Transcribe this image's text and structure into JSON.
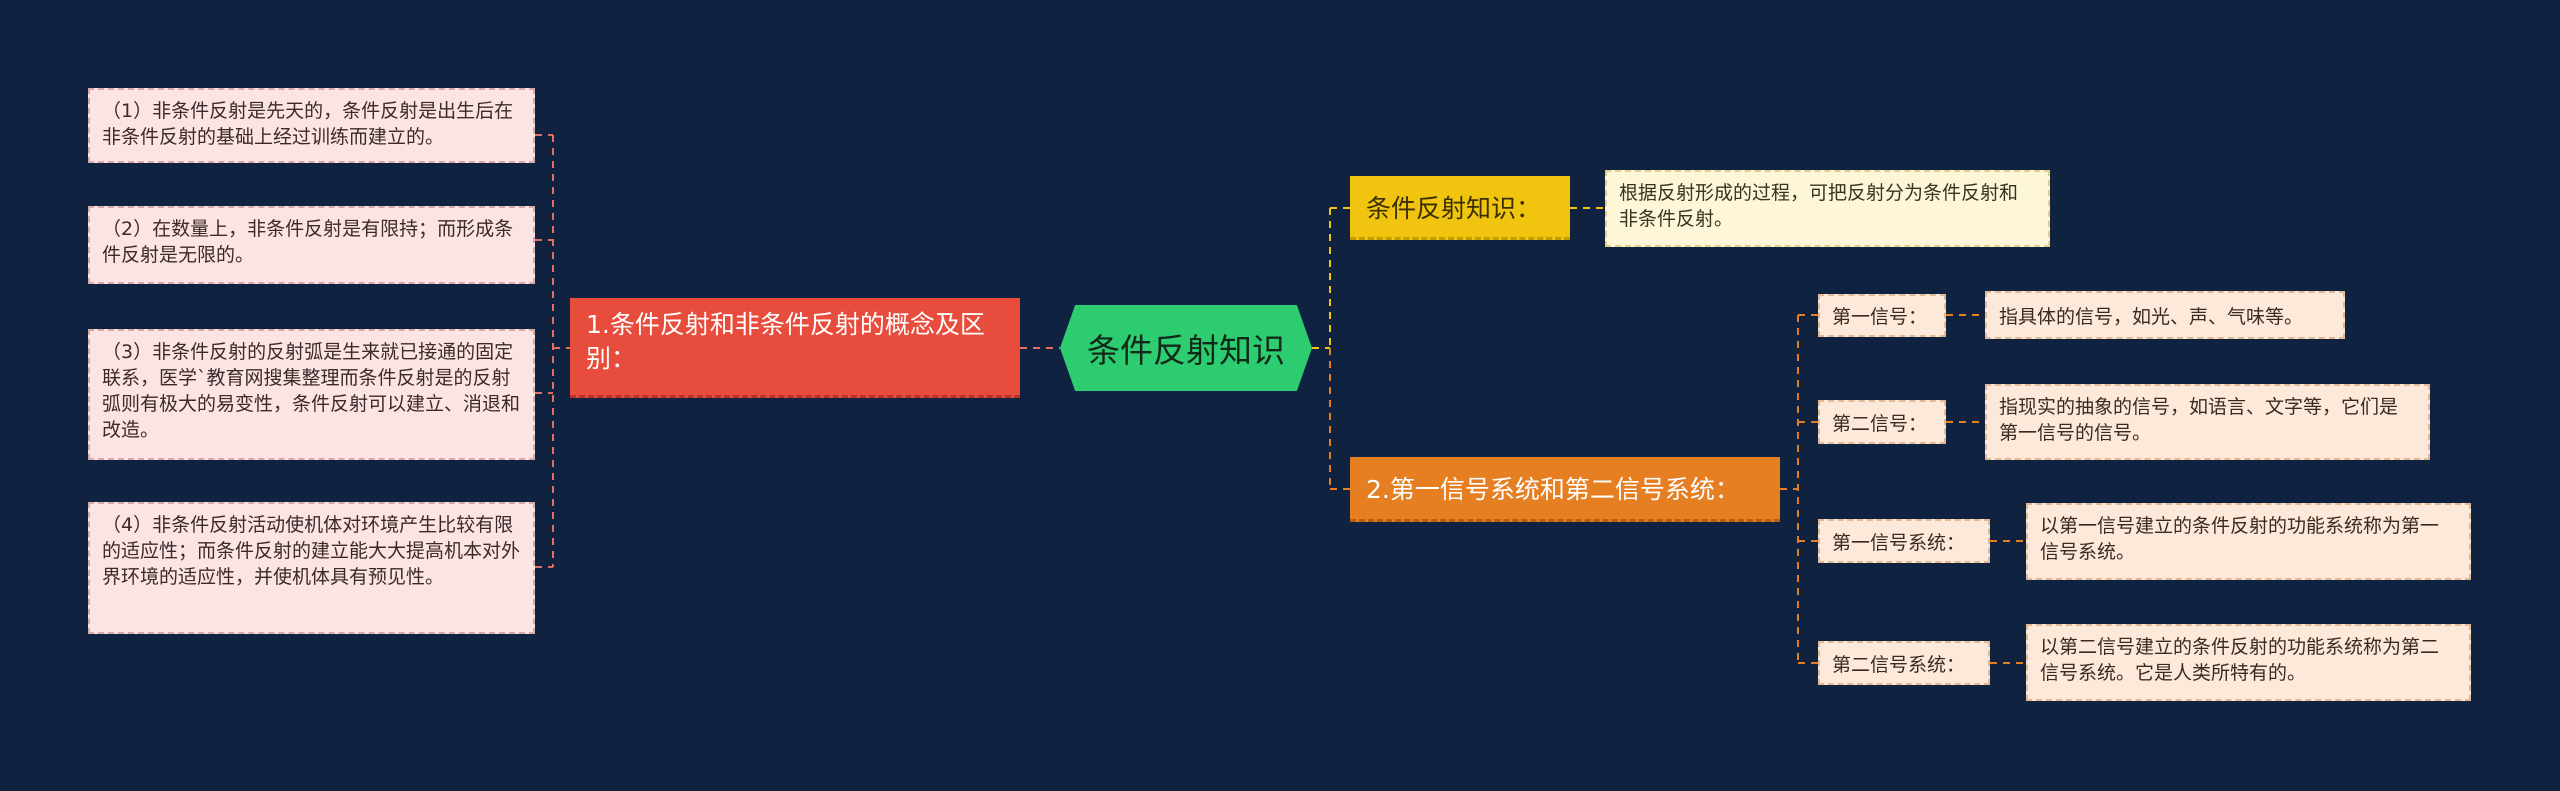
{
  "center": {
    "label": "条件反射知识"
  },
  "left": {
    "branch_label": "1.条件反射和非条件反射的概念及区别：",
    "items": [
      "（1）非条件反射是先天的，条件反射是出生后在非条件反射的基础上经过训练而建立的。",
      "（2）在数量上，非条件反射是有限持；而形成条件反射是无限的。",
      "（3）非条件反射的反射弧是生来就已接通的固定联系，医学`教育网搜集整理而条件反射是的反射弧则有极大的易变性，条件反射可以建立、消退和改造。",
      "（4）非条件反射活动使机体对环境产生比较有限的适应性；而条件反射的建立能大大提高机本对外界环境的适应性，并使机体具有预见性。"
    ]
  },
  "right_top": {
    "branch_label": "条件反射知识：",
    "item": "根据反射形成的过程，可把反射分为条件反射和非条件反射。"
  },
  "right_bottom": {
    "branch_label": "2.第一信号系统和第二信号系统：",
    "items": [
      {
        "label": "第一信号：",
        "desc": "指具体的信号，如光、声、气味等。"
      },
      {
        "label": "第二信号：",
        "desc": "指现实的抽象的信号，如语言、文字等，它们是第一信号的信号。"
      },
      {
        "label": "第一信号系统：",
        "desc": "以第一信号建立的条件反射的功能系统称为第一信号系统。"
      },
      {
        "label": "第二信号系统：",
        "desc": "以第二信号建立的条件反射的功能系统称为第二信号系统。它是人类所特有的。"
      }
    ]
  },
  "colors": {
    "background": "#0f2240",
    "center": "#2ecc71",
    "left_branch": "#e74c3c",
    "right_top_branch": "#f1c40f",
    "right_bottom_branch": "#e67e22",
    "left_leaf": "#fde4e4",
    "right_leaf": "#fde9d9",
    "connector_left": "#e36d5e",
    "connector_right_top": "#f1c40f",
    "connector_right_bottom": "#e67e22"
  }
}
